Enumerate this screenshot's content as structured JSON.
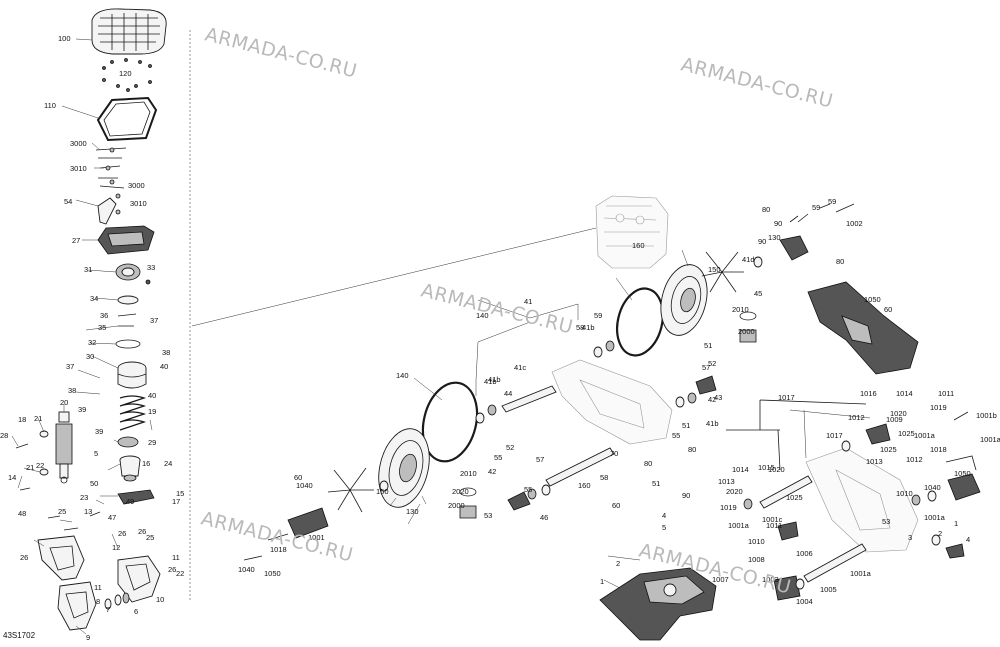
{
  "watermark": "ARMADA-CO.RU",
  "reference_code": "43S1702",
  "callouts": [
    "100",
    "120",
    "110",
    "3000",
    "3010",
    "3000",
    "54",
    "3010",
    "27",
    "31",
    "33",
    "34",
    "36",
    "35",
    "37",
    "32",
    "38",
    "30",
    "37",
    "40",
    "38",
    "39",
    "40",
    "39",
    "20",
    "19",
    "21",
    "29",
    "18",
    "28",
    "5",
    "16",
    "22",
    "21",
    "24",
    "50",
    "14",
    "15",
    "23",
    "49",
    "13",
    "17",
    "47",
    "48",
    "25",
    "26",
    "26",
    "25",
    "12",
    "11",
    "26",
    "22",
    "11",
    "26",
    "7",
    "10",
    "8",
    "6",
    "9",
    "41",
    "41b",
    "59",
    "41b",
    "58",
    "41c",
    "140",
    "41b",
    "140",
    "130",
    "160",
    "150",
    "130",
    "150",
    "160",
    "41d",
    "2020",
    "2010",
    "2000",
    "2000",
    "2010",
    "2020",
    "45",
    "51",
    "52",
    "44",
    "42",
    "41b",
    "43",
    "42",
    "46",
    "51",
    "52",
    "55",
    "53",
    "57",
    "55",
    "55",
    "57",
    "58",
    "51",
    "80",
    "90",
    "60",
    "80",
    "70",
    "90",
    "60",
    "80",
    "59",
    "59",
    "80",
    "90",
    "60",
    "1002",
    "1001",
    "1040",
    "1018",
    "1050",
    "1040",
    "1050",
    "1017",
    "1016",
    "1012",
    "1020",
    "1014",
    "1025",
    "1013",
    "1025",
    "1019",
    "1009",
    "1011",
    "1001a",
    "1001b",
    "1018",
    "1001a",
    "1012",
    "1040",
    "1050",
    "1017",
    "1015",
    "1020",
    "1014",
    "1025",
    "1013",
    "1019",
    "1001c",
    "1010",
    "1001a",
    "1011",
    "1008",
    "1001a",
    "1006",
    "1004",
    "1005",
    "1007",
    "1003",
    "1010",
    "1001a",
    "1",
    "2",
    "3",
    "4",
    "53",
    "1",
    "2",
    "4",
    "5"
  ]
}
